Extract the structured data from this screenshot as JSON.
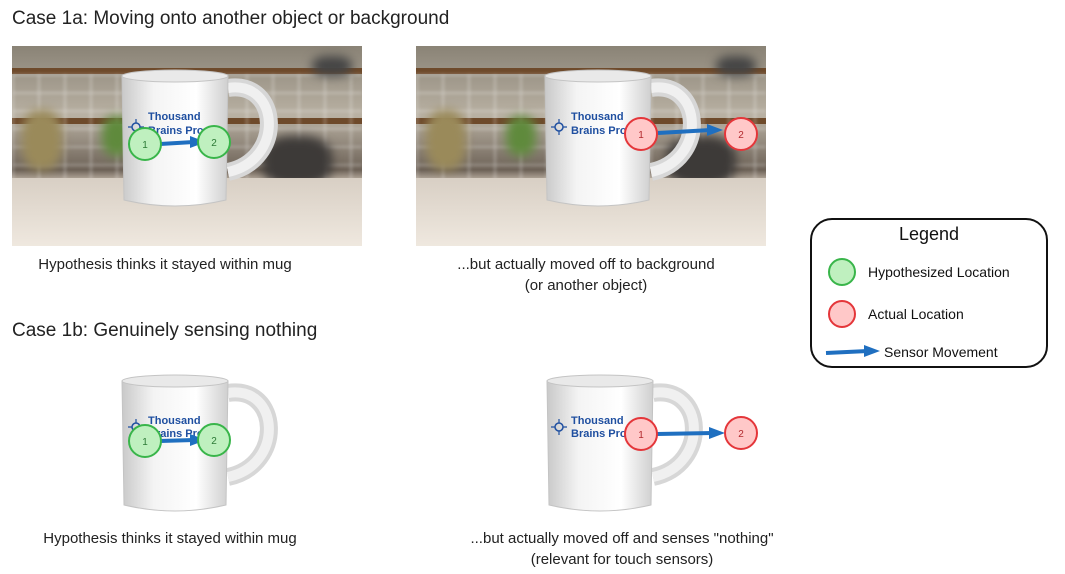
{
  "case1a": {
    "heading": "Case 1a: Moving onto another object or background",
    "left_caption": "Hypothesis thinks it stayed within mug",
    "right_caption_line1": "...but actually moved off to background",
    "right_caption_line2": "(or another object)"
  },
  "case1b": {
    "heading": "Case 1b: Genuinely sensing nothing",
    "left_caption": "Hypothesis thinks it stayed within mug",
    "right_caption_line1": "...but actually moved off and senses \"nothing\"",
    "right_caption_line2": "(relevant for touch sensors)"
  },
  "mug": {
    "logo_line1": "Thousand",
    "logo_line2": "Brains Pro",
    "logo_icon": "neuron-icon"
  },
  "markers": {
    "start_label": "1",
    "end_label": "2"
  },
  "legend": {
    "title": "Legend",
    "hypothesized": "Hypothesized Location",
    "actual": "Actual Location",
    "movement": "Sensor Movement"
  },
  "colors": {
    "hyp_fill": "#bff0bf",
    "hyp_stroke": "#39b54a",
    "act_fill": "#ffc8c8",
    "act_stroke": "#e4363a",
    "arrow": "#1f6fc0",
    "logo_blue": "#1f4fa0"
  }
}
